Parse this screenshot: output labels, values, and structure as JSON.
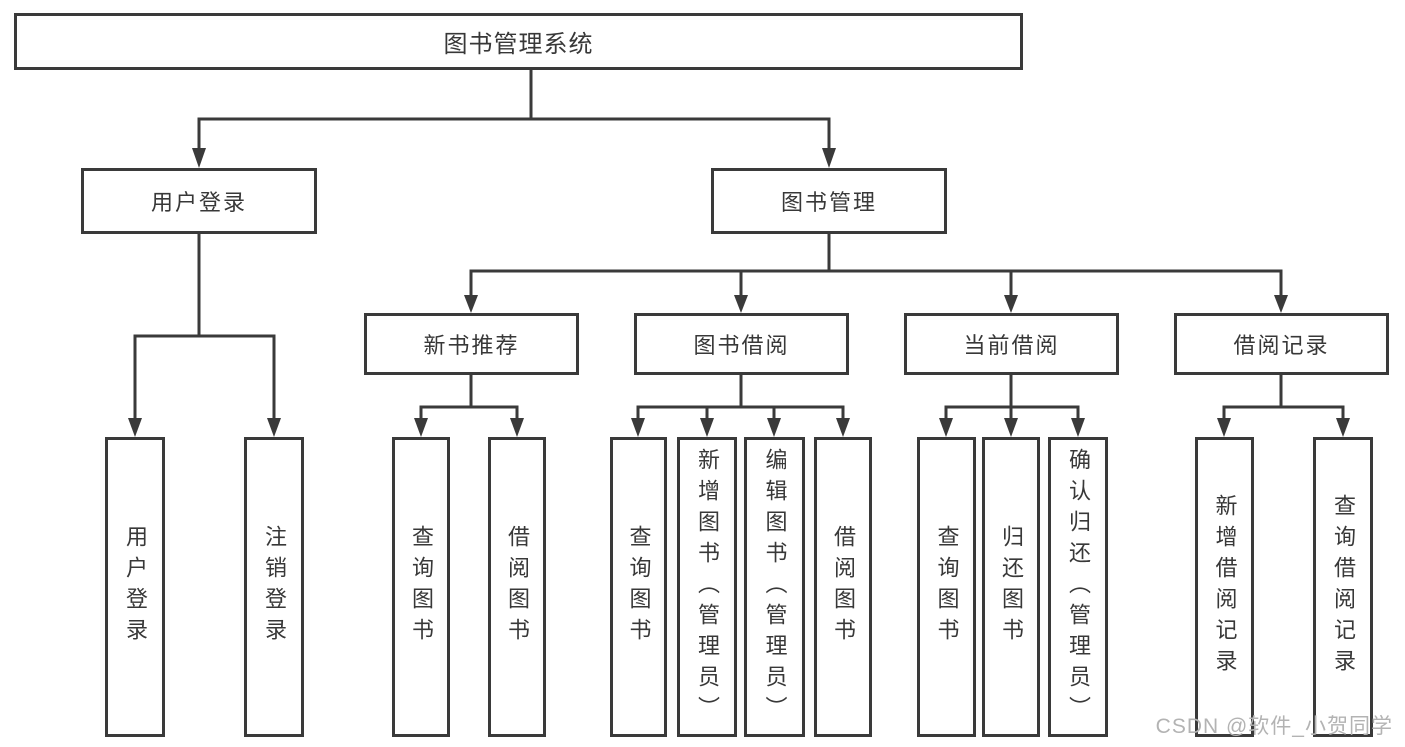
{
  "colors": {
    "line": "#3a3a3a",
    "text": "#383838",
    "watermark": "#b3b3b3"
  },
  "watermark": "CSDN @软件_小贺同学",
  "tree": {
    "label": "图书管理系统",
    "children": [
      {
        "label": "用户登录",
        "children": [
          {
            "label": "用户登录"
          },
          {
            "label": "注销登录"
          }
        ]
      },
      {
        "label": "图书管理",
        "children": [
          {
            "label": "新书推荐",
            "children": [
              {
                "label": "查询图书"
              },
              {
                "label": "借阅图书"
              }
            ]
          },
          {
            "label": "图书借阅",
            "children": [
              {
                "label": "查询图书"
              },
              {
                "label": "新增图书（管理员）"
              },
              {
                "label": "编辑图书（管理员）"
              },
              {
                "label": "借阅图书"
              }
            ]
          },
          {
            "label": "当前借阅",
            "children": [
              {
                "label": "查询图书"
              },
              {
                "label": "归还图书"
              },
              {
                "label": "确认归还（管理员）"
              }
            ]
          },
          {
            "label": "借阅记录",
            "children": [
              {
                "label": "新增借阅记录"
              },
              {
                "label": "查询借阅记录"
              }
            ]
          }
        ]
      }
    ]
  }
}
